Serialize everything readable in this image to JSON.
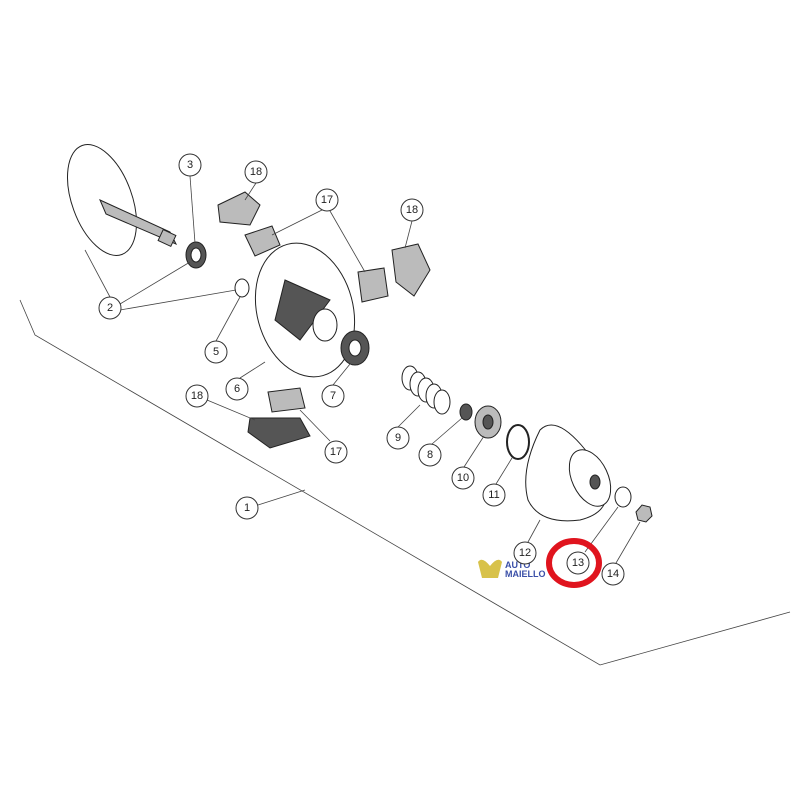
{
  "diagram": {
    "callouts": [
      {
        "label": "3"
      },
      {
        "label": "18"
      },
      {
        "label": "17"
      },
      {
        "label": "18"
      },
      {
        "label": "2"
      },
      {
        "label": "5"
      },
      {
        "label": "6"
      },
      {
        "label": "7"
      },
      {
        "label": "18"
      },
      {
        "label": "17"
      },
      {
        "label": "9"
      },
      {
        "label": "8"
      },
      {
        "label": "10"
      },
      {
        "label": "11"
      },
      {
        "label": "1"
      },
      {
        "label": "12"
      },
      {
        "label": "13"
      },
      {
        "label": "14"
      }
    ],
    "highlight": {
      "callout": "13",
      "color": "#e0141e"
    },
    "logo": {
      "line1": "AUTO",
      "line2": "MAIELLO",
      "color": "#3a4fa8",
      "mark_color": "#d8c24a"
    }
  }
}
